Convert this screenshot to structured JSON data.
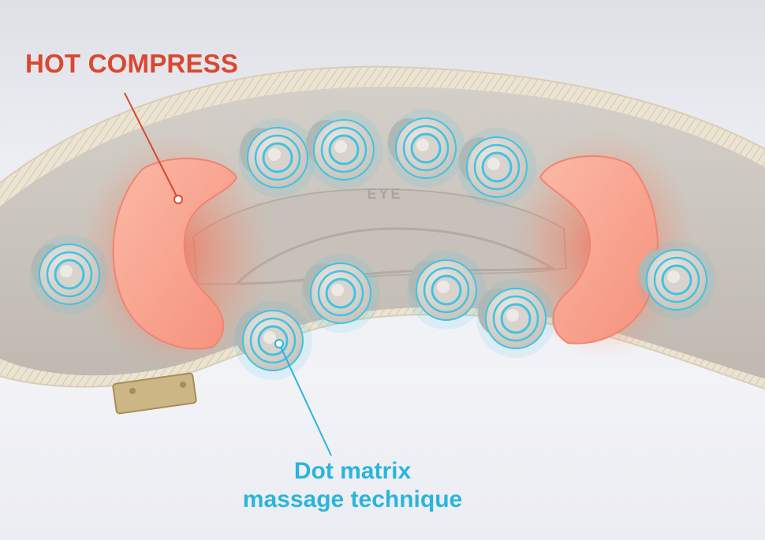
{
  "callouts": {
    "hot_compress": {
      "text": "HOT COMPRESS",
      "color": "#d9482f"
    },
    "dot_matrix": {
      "line1": "Dot matrix",
      "line2": "massage technique",
      "color": "#29b5dd"
    }
  },
  "device": {
    "embossed_text": "EYE"
  },
  "colors": {
    "pad_shell": "#cfcac3",
    "pad_inner": "#c3beb7",
    "trim": "#e9e0cd",
    "heat_pad": "#f8a190",
    "heat_glow": "#ff6a4a",
    "roller_ring": "#3fc3e3",
    "roller_cap": "#d9d4cd",
    "clip": "#cdb686"
  }
}
